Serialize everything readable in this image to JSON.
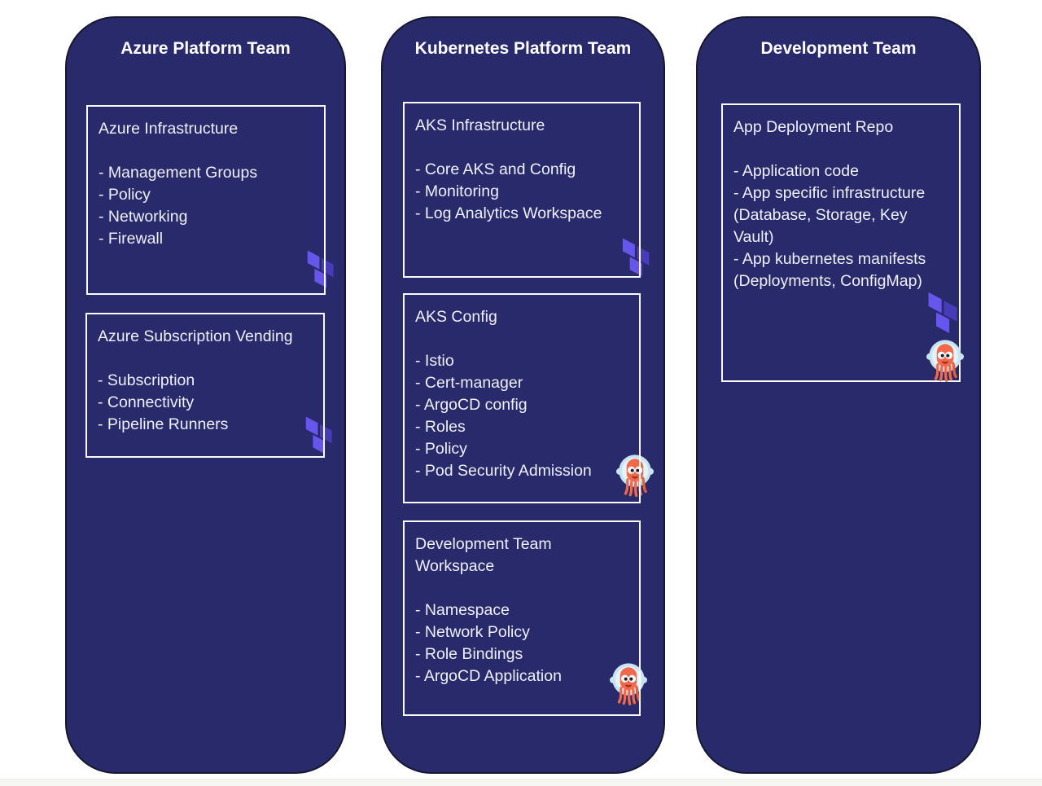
{
  "page": {
    "background": "#ffffff",
    "bottom_edge_color": "#f6f6f3"
  },
  "colors": {
    "column_fill": "#292a6c",
    "column_outline": "#17172e",
    "box_border": "#fbfbfd",
    "body_text": "#eef0fa",
    "header_text": "#ffffff",
    "terraform_purple_light": "#6656EC",
    "terraform_purple_dark": "#473BB8",
    "argocd_orange": "#F2684A",
    "argocd_helmet_blue": "#C8E4F1",
    "argocd_helmet_inner": "#E4F2F9"
  },
  "columns": [
    {
      "title": "Azure Platform Team",
      "boxes": [
        {
          "title": "Azure Infrastructure",
          "items": [
            "- Management Groups",
            "- Policy",
            "- Networking",
            "- Firewall"
          ],
          "icons": [
            "terraform-icon"
          ]
        },
        {
          "title": "Azure Subscription Vending",
          "items": [
            "- Subscription",
            "- Connectivity",
            "- Pipeline Runners"
          ],
          "icons": [
            "terraform-icon"
          ]
        }
      ]
    },
    {
      "title": "Kubernetes Platform Team",
      "boxes": [
        {
          "title": "AKS Infrastructure",
          "items": [
            "- Core AKS and Config",
            "- Monitoring",
            "- Log Analytics Workspace"
          ],
          "icons": [
            "terraform-icon"
          ]
        },
        {
          "title": "AKS Config",
          "items": [
            "- Istio",
            "- Cert-manager",
            "- ArgoCD config",
            "- Roles",
            "- Policy",
            "- Pod Security Admission"
          ],
          "icons": [
            "argocd-icon"
          ]
        },
        {
          "title": "Development Team\nWorkspace",
          "items": [
            "- Namespace",
            "- Network Policy",
            "- Role Bindings",
            "- ArgoCD Application"
          ],
          "icons": [
            "argocd-icon"
          ]
        }
      ]
    },
    {
      "title": "Development Team",
      "boxes": [
        {
          "title": "App Deployment Repo",
          "items": [
            "- Application code",
            "- App specific infrastructure\n(Database, Storage, Key\nVault)",
            "- App kubernetes manifests\n(Deployments, ConfigMap)"
          ],
          "icons": [
            "terraform-icon",
            "argocd-icon"
          ]
        }
      ]
    }
  ]
}
